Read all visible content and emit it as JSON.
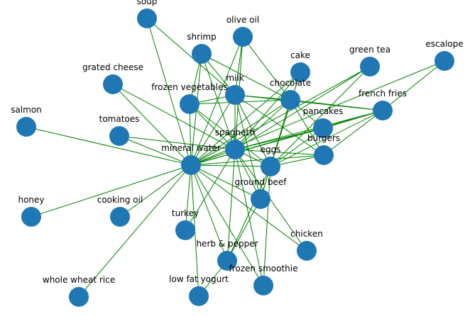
{
  "graph": {
    "node_color": "#1f77b4",
    "edge_color": "#008000",
    "background": "#ffffff",
    "nodes": [
      {
        "id": "soup",
        "label": "soup"
      },
      {
        "id": "olive_oil",
        "label": "olive oil"
      },
      {
        "id": "shrimp",
        "label": "shrimp"
      },
      {
        "id": "cake",
        "label": "cake"
      },
      {
        "id": "green_tea",
        "label": "green tea"
      },
      {
        "id": "escalope",
        "label": "escalope"
      },
      {
        "id": "grated_cheese",
        "label": "grated cheese"
      },
      {
        "id": "milk",
        "label": "milk"
      },
      {
        "id": "frozen_vegetables",
        "label": "frozen vegetables"
      },
      {
        "id": "chocolate",
        "label": "chocolate"
      },
      {
        "id": "french_fries",
        "label": "french fries"
      },
      {
        "id": "salmon",
        "label": "salmon"
      },
      {
        "id": "tomatoes",
        "label": "tomatoes"
      },
      {
        "id": "pancakes",
        "label": "pancakes"
      },
      {
        "id": "spaghetti",
        "label": "spaghetti"
      },
      {
        "id": "burgers",
        "label": "burgers"
      },
      {
        "id": "mineral_water",
        "label": "mineral water"
      },
      {
        "id": "eggs",
        "label": "eggs"
      },
      {
        "id": "ground_beef",
        "label": "ground beef"
      },
      {
        "id": "honey",
        "label": "honey"
      },
      {
        "id": "cooking_oil",
        "label": "cooking oil"
      },
      {
        "id": "turkey",
        "label": "turkey"
      },
      {
        "id": "chicken",
        "label": "chicken"
      },
      {
        "id": "herb_pepper",
        "label": "herb & pepper"
      },
      {
        "id": "frozen_smoothie",
        "label": "frozen smoothie"
      },
      {
        "id": "whole_wheat_rice",
        "label": "whole wheat rice"
      },
      {
        "id": "low_fat_yogurt",
        "label": "low fat yogurt"
      }
    ],
    "edges": [
      [
        "soup",
        "mineral_water"
      ],
      [
        "soup",
        "milk"
      ],
      [
        "olive_oil",
        "mineral_water"
      ],
      [
        "olive_oil",
        "spaghetti"
      ],
      [
        "olive_oil",
        "milk"
      ],
      [
        "olive_oil",
        "chocolate"
      ],
      [
        "shrimp",
        "mineral_water"
      ],
      [
        "shrimp",
        "spaghetti"
      ],
      [
        "shrimp",
        "milk"
      ],
      [
        "shrimp",
        "chocolate"
      ],
      [
        "shrimp",
        "frozen_vegetables"
      ],
      [
        "cake",
        "mineral_water"
      ],
      [
        "cake",
        "eggs"
      ],
      [
        "cake",
        "spaghetti"
      ],
      [
        "green_tea",
        "spaghetti"
      ],
      [
        "green_tea",
        "eggs"
      ],
      [
        "green_tea",
        "mineral_water"
      ],
      [
        "escalope",
        "mineral_water"
      ],
      [
        "escalope",
        "french_fries"
      ],
      [
        "grated_cheese",
        "spaghetti"
      ],
      [
        "grated_cheese",
        "mineral_water"
      ],
      [
        "milk",
        "mineral_water"
      ],
      [
        "milk",
        "spaghetti"
      ],
      [
        "milk",
        "eggs"
      ],
      [
        "milk",
        "chocolate"
      ],
      [
        "milk",
        "ground_beef"
      ],
      [
        "milk",
        "frozen_vegetables"
      ],
      [
        "milk",
        "french_fries"
      ],
      [
        "milk",
        "burgers"
      ],
      [
        "frozen_vegetables",
        "mineral_water"
      ],
      [
        "frozen_vegetables",
        "spaghetti"
      ],
      [
        "frozen_vegetables",
        "chocolate"
      ],
      [
        "frozen_vegetables",
        "eggs"
      ],
      [
        "chocolate",
        "mineral_water"
      ],
      [
        "chocolate",
        "spaghetti"
      ],
      [
        "chocolate",
        "eggs"
      ],
      [
        "chocolate",
        "french_fries"
      ],
      [
        "chocolate",
        "ground_beef"
      ],
      [
        "chocolate",
        "pancakes"
      ],
      [
        "chocolate",
        "burgers"
      ],
      [
        "french_fries",
        "mineral_water"
      ],
      [
        "french_fries",
        "spaghetti"
      ],
      [
        "french_fries",
        "eggs"
      ],
      [
        "french_fries",
        "burgers"
      ],
      [
        "french_fries",
        "pancakes"
      ],
      [
        "salmon",
        "mineral_water"
      ],
      [
        "tomatoes",
        "mineral_water"
      ],
      [
        "tomatoes",
        "spaghetti"
      ],
      [
        "pancakes",
        "mineral_water"
      ],
      [
        "pancakes",
        "spaghetti"
      ],
      [
        "pancakes",
        "eggs"
      ],
      [
        "spaghetti",
        "mineral_water"
      ],
      [
        "spaghetti",
        "eggs"
      ],
      [
        "spaghetti",
        "ground_beef"
      ],
      [
        "spaghetti",
        "burgers"
      ],
      [
        "spaghetti",
        "herb_pepper"
      ],
      [
        "spaghetti",
        "frozen_smoothie"
      ],
      [
        "spaghetti",
        "turkey"
      ],
      [
        "spaghetti",
        "chicken"
      ],
      [
        "burgers",
        "mineral_water"
      ],
      [
        "burgers",
        "eggs"
      ],
      [
        "mineral_water",
        "eggs"
      ],
      [
        "mineral_water",
        "ground_beef"
      ],
      [
        "mineral_water",
        "honey"
      ],
      [
        "mineral_water",
        "turkey"
      ],
      [
        "mineral_water",
        "chicken"
      ],
      [
        "mineral_water",
        "herb_pepper"
      ],
      [
        "mineral_water",
        "frozen_smoothie"
      ],
      [
        "mineral_water",
        "whole_wheat_rice"
      ],
      [
        "mineral_water",
        "low_fat_yogurt"
      ],
      [
        "mineral_water",
        "cooking_oil"
      ],
      [
        "eggs",
        "ground_beef"
      ],
      [
        "eggs",
        "herb_pepper"
      ],
      [
        "eggs",
        "frozen_smoothie"
      ],
      [
        "ground_beef",
        "herb_pepper"
      ],
      [
        "herb_pepper",
        "low_fat_yogurt"
      ]
    ]
  }
}
